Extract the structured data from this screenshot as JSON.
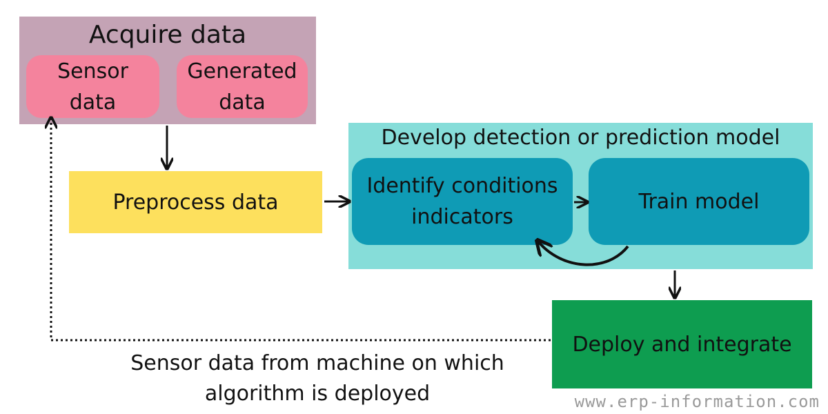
{
  "acquire": {
    "title": "Acquire data",
    "sensor_line1": "Sensor",
    "sensor_line2": "data",
    "generated_line1": "Generated",
    "generated_line2": "data"
  },
  "preprocess": {
    "label": "Preprocess data"
  },
  "develop": {
    "title": "Develop detection or prediction model",
    "identify_line1": "Identify conditions",
    "identify_line2": "indicators",
    "train_label": "Train model"
  },
  "deploy": {
    "label": "Deploy and integrate"
  },
  "feedback": {
    "line1": "Sensor data from machine on which",
    "line2": "algorithm is deployed"
  },
  "watermark": "www.erp-information.com",
  "colors": {
    "acquire_bg": "#c4a3b5",
    "pink_box": "#f4839d",
    "preprocess_bg": "#fde05d",
    "develop_bg": "#86ddd9",
    "teal_box": "#0f9bb5",
    "deploy_bg": "#0e9d50"
  }
}
